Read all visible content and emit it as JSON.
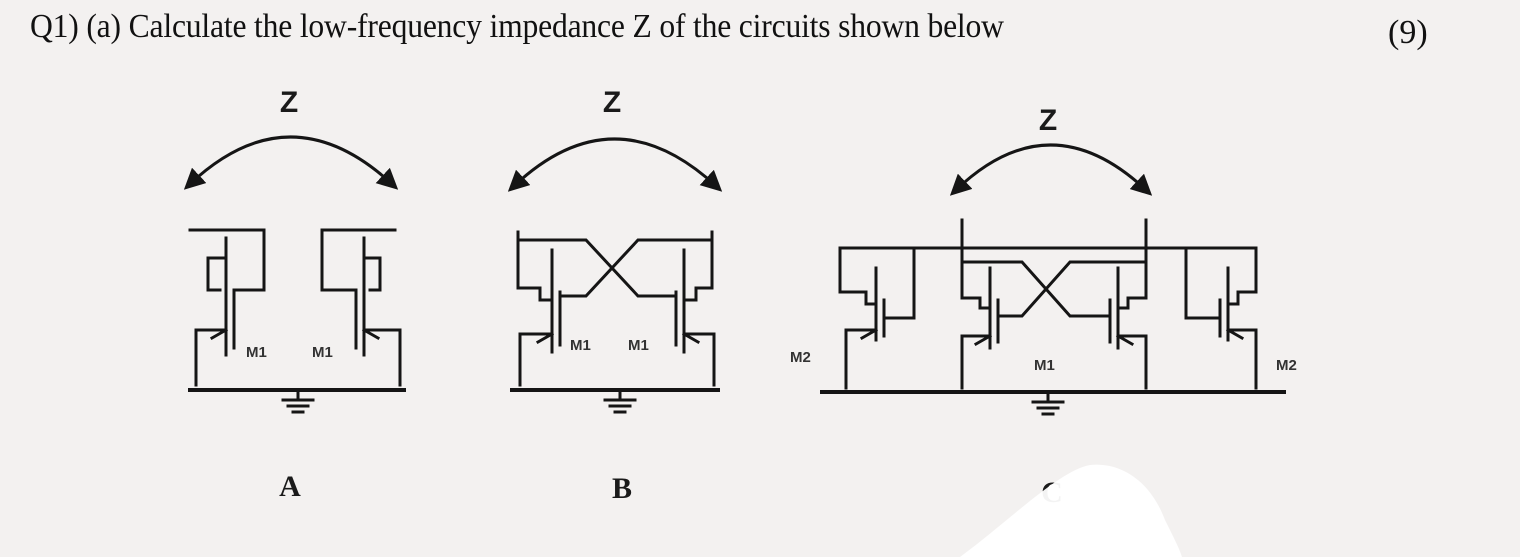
{
  "question": {
    "text": "Q1) (a) Calculate the low-frequency impedance Z of the circuits shown below",
    "marks": "(9)"
  },
  "circuits": [
    {
      "caption": "A",
      "impedance_label": "Z",
      "transistor_labels": [
        "M1",
        "M1"
      ]
    },
    {
      "caption": "B",
      "impedance_label": "Z",
      "transistor_labels": [
        "M1",
        "M1"
      ]
    },
    {
      "caption": "C",
      "impedance_label": "Z",
      "transistor_labels": [
        "M2",
        "M1",
        "M2"
      ]
    }
  ],
  "colors": {
    "paper": "#f3f1f0",
    "ink": "#151515"
  }
}
